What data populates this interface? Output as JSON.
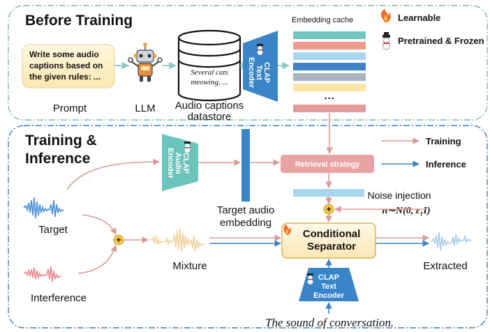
{
  "sections": {
    "before_title": "Before Training",
    "train_title_line1": "Training &",
    "train_title_line2": "Inference"
  },
  "legend": {
    "learnable": "Learnable",
    "frozen": "Pretrained & Frozen",
    "training": "Training",
    "inference": "Inference"
  },
  "before": {
    "prompt_text": [
      "Write some audio",
      "captions based on",
      "the given rules: ..."
    ],
    "prompt_label": "Prompt",
    "llm_label": "LLM",
    "datastore_text": [
      "Several cats",
      "meowing, ..."
    ],
    "datastore_label": [
      "Audio captions",
      "datastore"
    ],
    "text_encoder_label": [
      "CLAP",
      "Text",
      "Encoder"
    ],
    "cache_label": "Embedding cache",
    "cache_ellipsis": "···"
  },
  "train": {
    "audio_encoder_label": [
      "CLAP",
      "Audio",
      "Encoder"
    ],
    "target_emb_label": [
      "Target audio",
      "embedding"
    ],
    "retrieval": "Retrieval strategy",
    "noise_label": "Noise injection",
    "noise_formula": "n∼N(0, ε₁I)",
    "separator": [
      "Conditional",
      "Separator"
    ],
    "text_encoder_label": [
      "CLAP",
      "Text",
      "Encoder"
    ],
    "target_label": "Target",
    "interference_label": "Interference",
    "mixture_label": "Mixture",
    "extracted_label": "Extracted",
    "query_text": "The sound of conversation."
  },
  "colors": {
    "training": "#d99a9a",
    "inference": "#3f83c4",
    "encoder_teal": "#6cc5bd",
    "encoder_blue": "#3a85c8",
    "retrieval": "#e8a3a3",
    "separator_fill": "#fdf1cf",
    "separator_stroke": "#d8b553",
    "wave_blue": "#4a90d9",
    "wave_pink": "#e9888f",
    "wave_yellow": "#efd49c",
    "wave_light": "#a8cfe9"
  }
}
